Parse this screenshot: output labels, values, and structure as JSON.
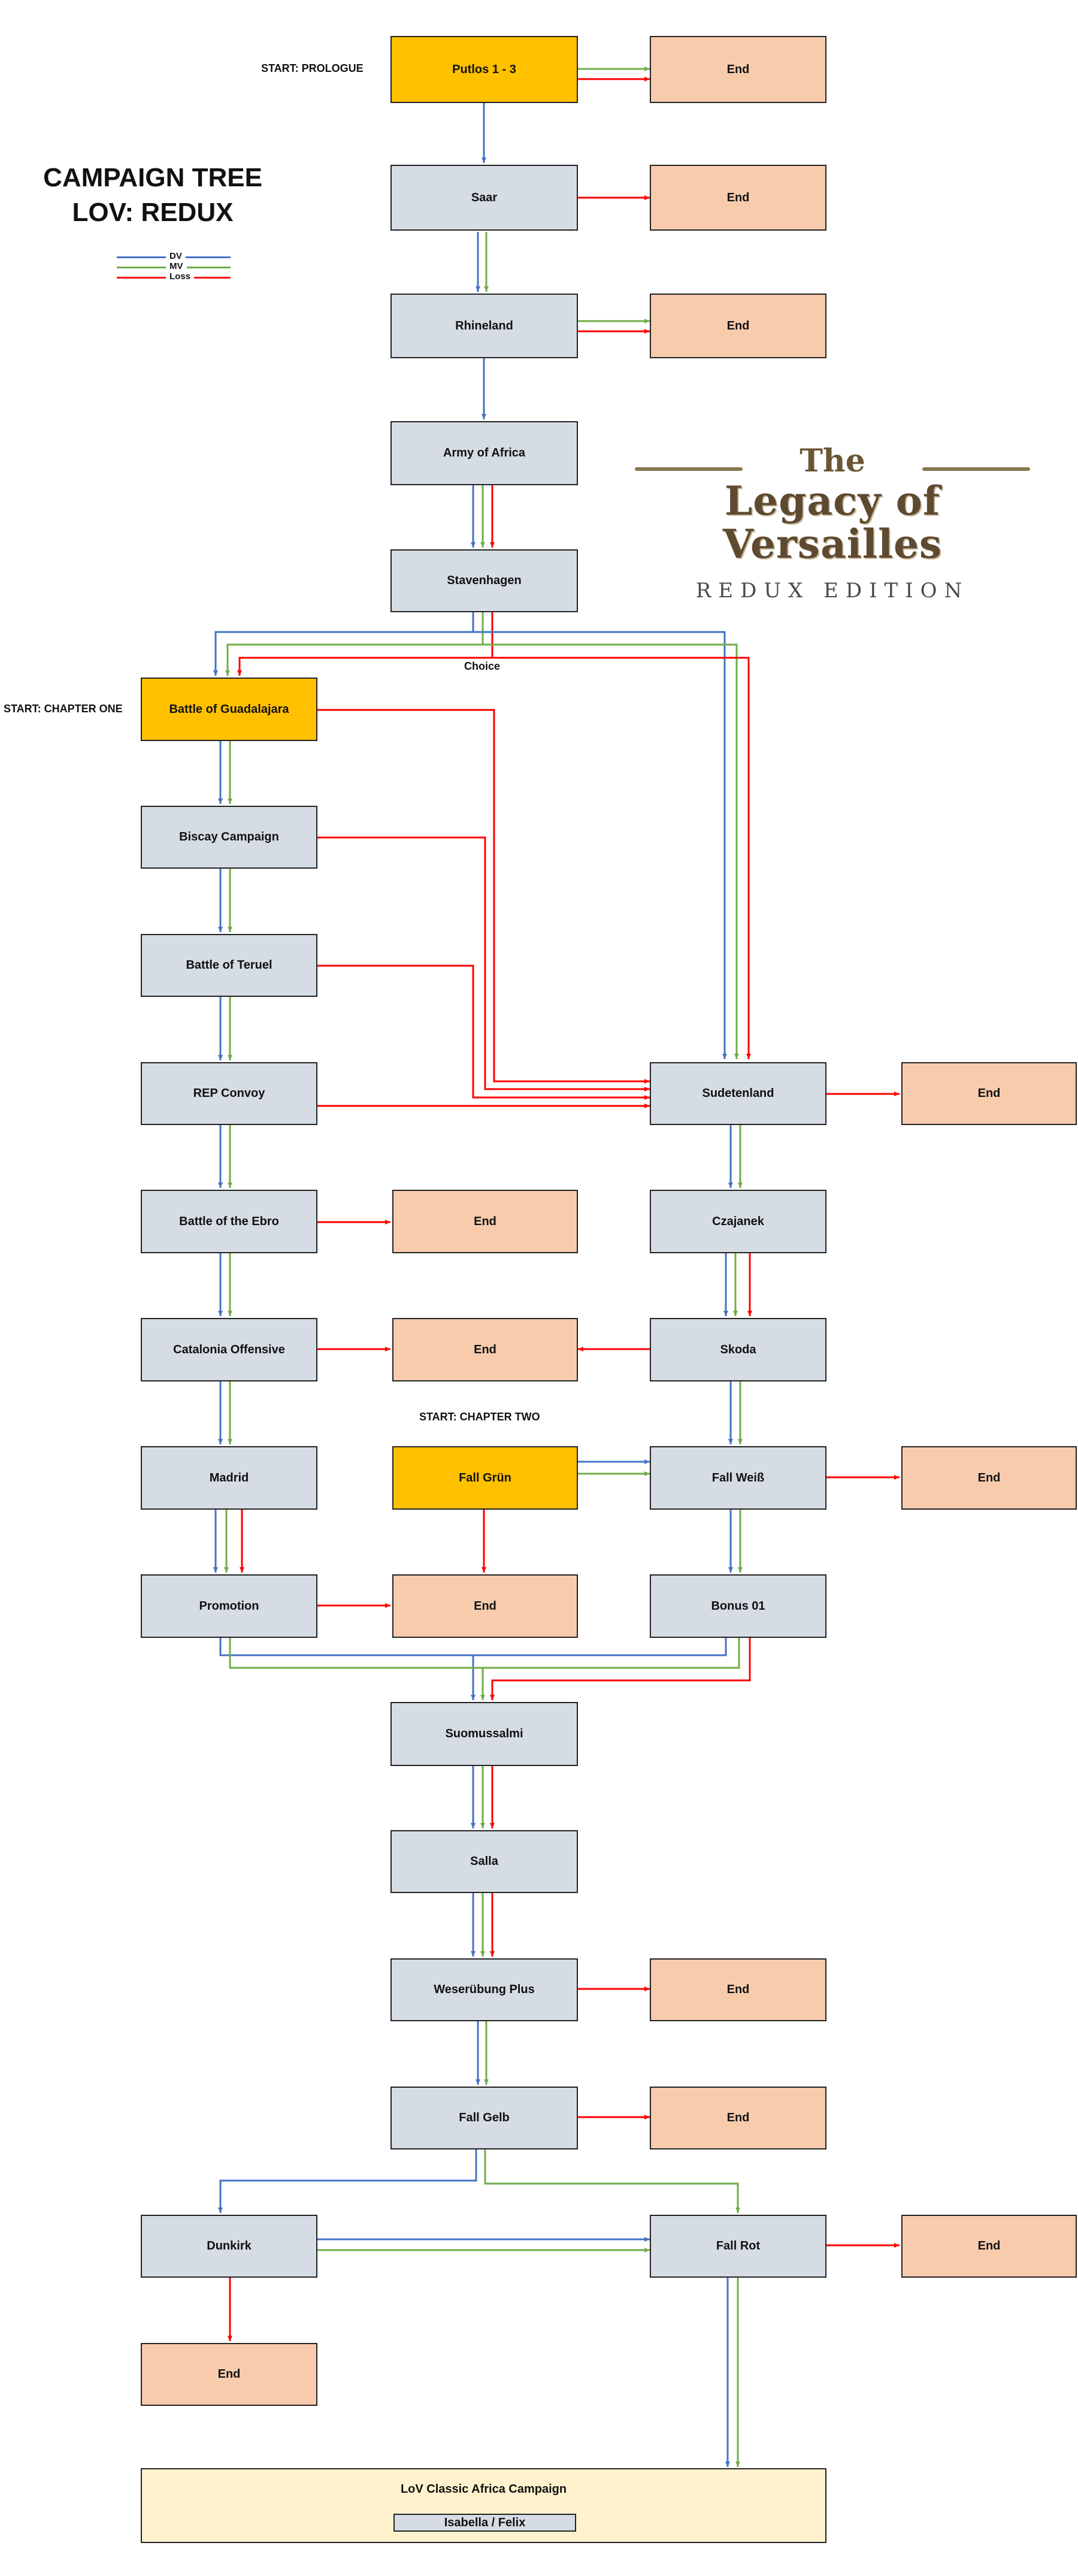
{
  "heading": {
    "line1": "CAMPAIGN TREE",
    "line2": "LOV: REDUX"
  },
  "legend": [
    {
      "label": "DV",
      "color": "#4472c4"
    },
    {
      "label": "MV",
      "color": "#70ad47"
    },
    {
      "label": "Loss",
      "color": "#ff0000"
    }
  ],
  "logo": {
    "line1": "The",
    "line2": "Legacy of Versailles",
    "line3": "REDUX EDITION"
  },
  "labels": {
    "start_prologue": "START: PROLOGUE",
    "start_chapter_one": "START: CHAPTER ONE",
    "start_chapter_two": "START: CHAPTER TWO",
    "choice": "Choice"
  },
  "nodes": {
    "putlos": "Putlos 1 - 3",
    "saar": "Saar",
    "rhineland": "Rhineland",
    "army_of_africa": "Army of Africa",
    "stavenhagen": "Stavenhagen",
    "guadalajara": "Battle of Guadalajara",
    "biscay": "Biscay Campaign",
    "teruel": "Battle of Teruel",
    "rep_convoy": "REP Convoy",
    "ebro": "Battle of the Ebro",
    "catalonia": "Catalonia Offensive",
    "madrid": "Madrid",
    "promotion": "Promotion",
    "fall_grun": "Fall Grün",
    "sudetenland": "Sudetenland",
    "czajanek": "Czajanek",
    "skoda": "Skoda",
    "fall_weiss": "Fall Weiß",
    "bonus01": "Bonus 01",
    "suomussalmi": "Suomussalmi",
    "salla": "Salla",
    "weserubung": "Weserübung Plus",
    "fall_gelb": "Fall Gelb",
    "dunkirk": "Dunkirk",
    "fall_rot": "Fall Rot",
    "end": "End"
  },
  "africa": {
    "title": "LoV Classic Africa Campaign",
    "sub": "Isabella / Felix"
  },
  "colors": {
    "dv": "#4472c4",
    "mv": "#70ad47",
    "loss": "#ff0000",
    "mission": "#d6dce4",
    "start": "#ffc000",
    "end": "#f8cbad",
    "africa": "#fff2cc"
  }
}
